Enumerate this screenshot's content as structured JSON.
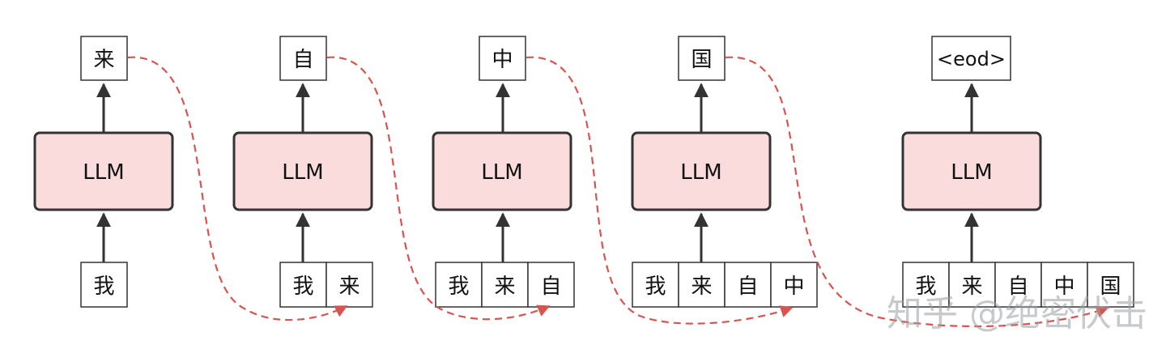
{
  "diagram": {
    "stages": [
      {
        "model_label": "LLM",
        "output_token": "来",
        "input_tokens": [
          "我"
        ]
      },
      {
        "model_label": "LLM",
        "output_token": "自",
        "input_tokens": [
          "我",
          "来"
        ]
      },
      {
        "model_label": "LLM",
        "output_token": "中",
        "input_tokens": [
          "我",
          "来",
          "自"
        ]
      },
      {
        "model_label": "LLM",
        "output_token": "国",
        "input_tokens": [
          "我",
          "来",
          "自",
          "中"
        ]
      },
      {
        "model_label": "LLM",
        "output_token": "<eod>",
        "input_tokens": [
          "我",
          "来",
          "自",
          "中",
          "国"
        ]
      }
    ],
    "colors": {
      "llm_fill": "#fadcdc",
      "stroke": "#333333",
      "feedback_arrow": "#d9534f"
    }
  },
  "watermark": "知乎 @绝密伏击"
}
